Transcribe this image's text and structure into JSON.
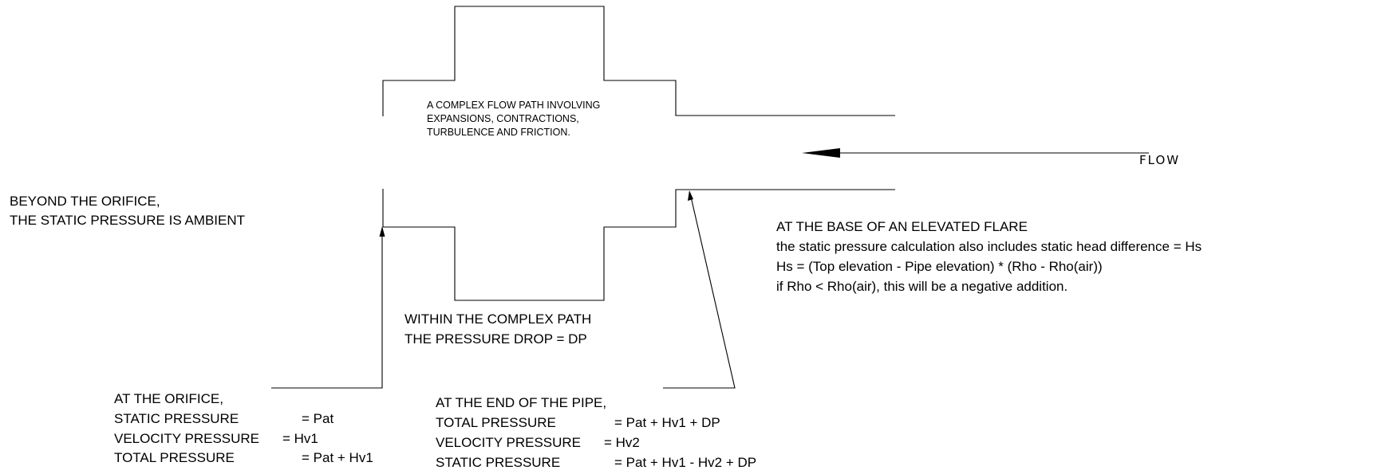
{
  "complex_path_note": [
    "A COMPLEX FLOW PATH INVOLVING",
    "EXPANSIONS, CONTRACTIONS,",
    "TURBULENCE AND FRICTION."
  ],
  "flow_label": "FLOW",
  "beyond_orifice": [
    "BEYOND THE ORIFICE,",
    "THE STATIC PRESSURE IS AMBIENT"
  ],
  "base_of_flare": [
    "AT THE BASE OF AN ELEVATED FLARE",
    "the static pressure calculation also includes static head difference = Hs",
    "Hs = (Top elevation - Pipe elevation) * (Rho - Rho(air))",
    "if Rho < Rho(air), this will be a negative addition."
  ],
  "within_path": [
    "WITHIN THE COMPLEX PATH",
    "THE PRESSURE DROP = DP"
  ],
  "at_orifice": {
    "title": "AT THE ORIFICE,",
    "rows": [
      {
        "label": "STATIC PRESSURE",
        "eq": "= Pat"
      },
      {
        "label": "VELOCITY PRESSURE",
        "eq": "= Hv1"
      },
      {
        "label": "TOTAL PRESSURE",
        "eq": "= Pat + Hv1"
      }
    ]
  },
  "at_pipe_end": {
    "title": "AT THE END OF THE PIPE,",
    "rows": [
      {
        "label": "TOTAL PRESSURE",
        "eq": "= Pat + Hv1 + DP"
      },
      {
        "label": "VELOCITY PRESSURE",
        "eq": "= Hv2"
      },
      {
        "label": "STATIC PRESSURE",
        "eq": "= Pat + Hv1 - Hv2 + DP"
      }
    ]
  }
}
